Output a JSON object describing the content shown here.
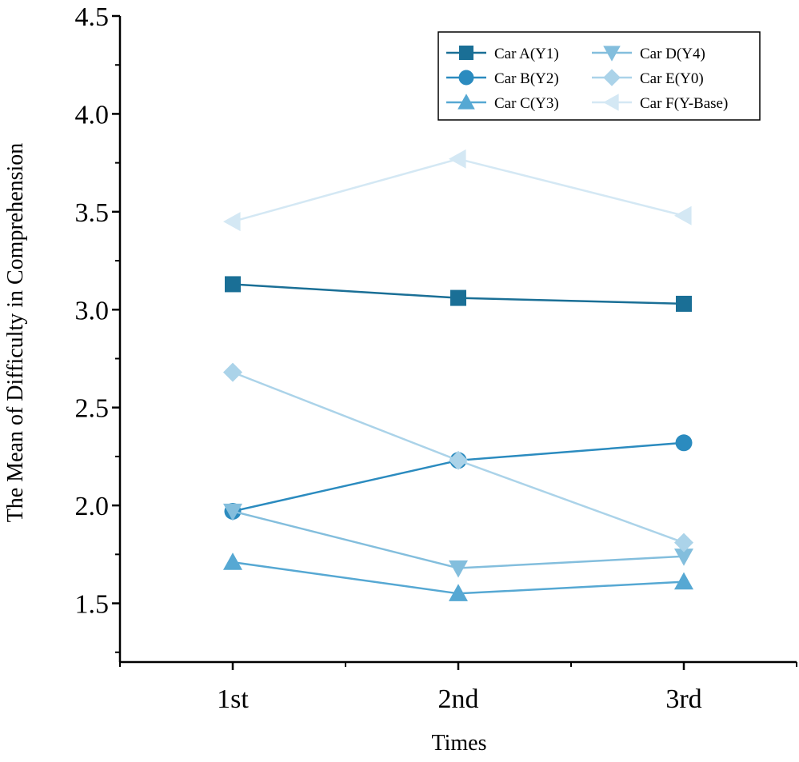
{
  "chart_data": {
    "type": "line",
    "title": "",
    "xlabel": "Times",
    "ylabel": "The Mean of Difficulty in Comprehension",
    "categories": [
      "1st",
      "2nd",
      "3rd"
    ],
    "ylim": [
      1.2,
      4.5
    ],
    "yticks": [
      "1.5",
      "2.0",
      "2.5",
      "3.0",
      "3.5",
      "4.0",
      "4.5"
    ],
    "grid": false,
    "legend_position": "top-right",
    "series": [
      {
        "name": "Car A(Y1)",
        "marker": "square",
        "color": "#1a6f96",
        "values": [
          3.13,
          3.06,
          3.03
        ]
      },
      {
        "name": "Car B(Y2)",
        "marker": "circle",
        "color": "#2b8bbf",
        "values": [
          1.97,
          2.23,
          2.32
        ]
      },
      {
        "name": "Car C(Y3)",
        "marker": "triangle-up",
        "color": "#56a8d3",
        "values": [
          1.71,
          1.55,
          1.61
        ]
      },
      {
        "name": "Car D(Y4)",
        "marker": "triangle-down",
        "color": "#83bedd",
        "values": [
          1.97,
          1.68,
          1.74
        ]
      },
      {
        "name": "Car E(Y0)",
        "marker": "diamond",
        "color": "#abd3e9",
        "values": [
          2.68,
          2.23,
          1.81
        ]
      },
      {
        "name": "Car F(Y-Base)",
        "marker": "triangle-left",
        "color": "#d4e8f4",
        "values": [
          3.45,
          3.77,
          3.48
        ]
      }
    ]
  }
}
